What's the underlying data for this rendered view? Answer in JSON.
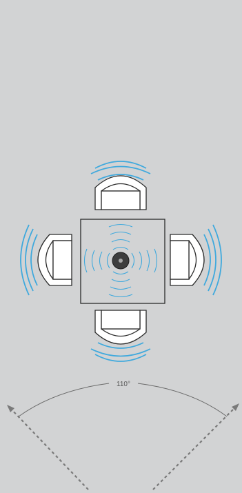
{
  "diagram": {
    "angle_label": "110°",
    "colors": {
      "background": "#d2d3d4",
      "wave": "#3fa9dd",
      "outline": "#2b2b2b",
      "chair_fill": "#ffffff",
      "arc": "#6a6a6a",
      "dashed": "#7a7a7a",
      "speaker": "#3d3d3d"
    },
    "elements": {
      "table": "table",
      "speaker": "center-speaker",
      "chairs": [
        "chair-top",
        "chair-left",
        "chair-right",
        "chair-bottom"
      ]
    }
  }
}
